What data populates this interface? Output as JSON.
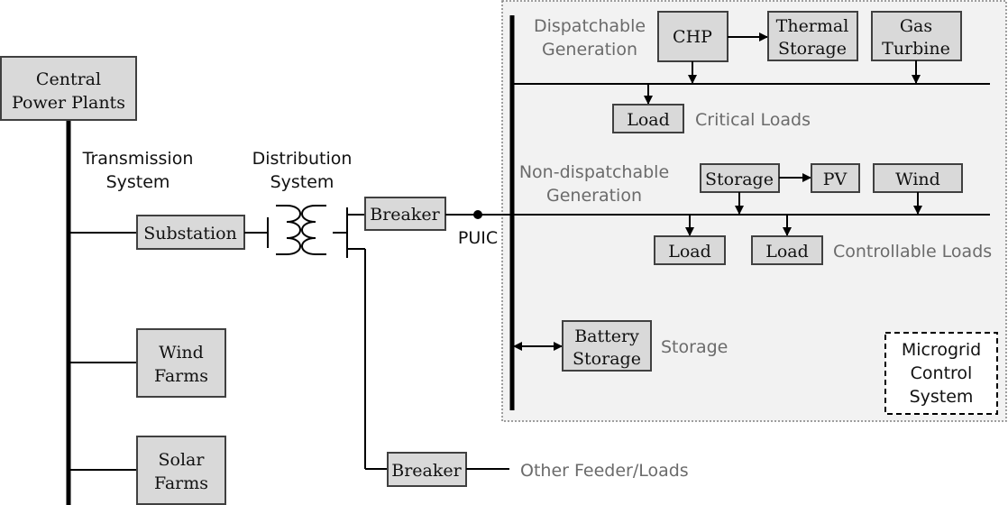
{
  "central": [
    "Central",
    "Power Plants"
  ],
  "transmission": [
    "Transmission",
    "System"
  ],
  "distribution": [
    "Distribution",
    "System"
  ],
  "substation": "Substation",
  "wind_farms": [
    "Wind",
    "Farms"
  ],
  "solar_farms": [
    "Solar",
    "Farms"
  ],
  "breaker_main": "Breaker",
  "breaker_feeder": "Breaker",
  "puic": "PUIC",
  "other_feeder": "Other Feeder/Loads",
  "microgrid": {
    "dispatchable": [
      "Dispatchable",
      "Generation"
    ],
    "chp": "CHP",
    "thermal_storage": [
      "Thermal",
      "Storage"
    ],
    "gas_turbine": [
      "Gas",
      "Turbine"
    ],
    "load_critical": "Load",
    "critical_loads": "Critical Loads",
    "nondispatchable": [
      "Non-dispatchable",
      "Generation"
    ],
    "storage": "Storage",
    "pv": "PV",
    "wind": "Wind",
    "load_ctrl_1": "Load",
    "load_ctrl_2": "Load",
    "controllable_loads": "Controllable Loads",
    "battery_storage": [
      "Battery",
      "Storage"
    ],
    "storage_label": "Storage",
    "control_system": [
      "Microgrid",
      "Control",
      "System"
    ]
  }
}
